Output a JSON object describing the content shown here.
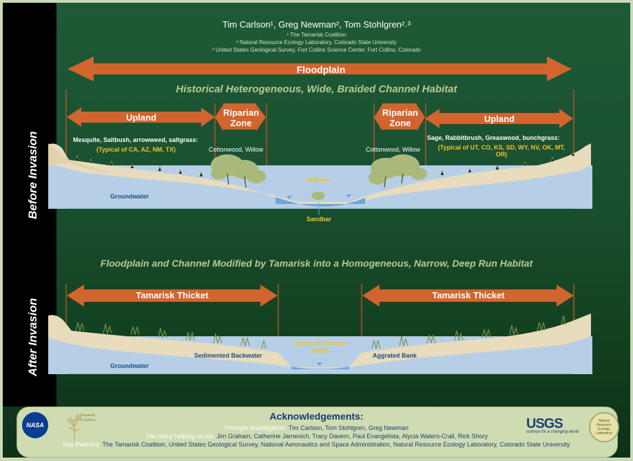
{
  "authors": {
    "names": "Tim Carlson¹, Greg Newman², Tom Stohlgren²˒³",
    "affiliation_1": "¹ The Tamarisk Coalition",
    "affiliation_2": "² Natural Resource Ecology Laboratory, Colorado State University",
    "affiliation_3": "³ United States Geological Survey, Fort Collins Science Center, Fort Collins, Colorado"
  },
  "before": {
    "side_label": "Before Invasion",
    "floodplain": "Floodplain",
    "title": "Historical Heterogeneous, Wide, Braided Channel Habitat",
    "upland_left": "Upland",
    "upland_right": "Upland",
    "riparian_left": "Riparian Zone",
    "riparian_right": "Riparian Zone",
    "left_veg": "Mesquite, Saltbush, arrowweed, saltgrass:",
    "left_typical": "(Typical of CA, AZ, NM, TX)",
    "right_veg": "Sage, Rabbitbrush, Greaswood, bunchgrass:",
    "right_typical": "(Typical of UT, CO, KS, SD, WY, NV, OK, MT, OR)",
    "cottonwood_left": "Cottonwood, Willow",
    "cottonwood_right": "Cottonwood, Willow",
    "willows": "Willows",
    "sandbar": "Sandbar",
    "groundwater": "Groundwater"
  },
  "after": {
    "side_label": "After Invasion",
    "title": "Floodplain and Channel Modified by Tamarisk into a Homogeneous, Narrow, Deep Run Habitat",
    "thicket_left": "Tamarisk Thicket",
    "thicket_right": "Tamarisk Thicket",
    "reduced_channel": "Reduced Channel Width",
    "sedimented": "Sedimented Backwater",
    "aggrated": "Aggrated Bank",
    "groundwater": "Groundwater"
  },
  "ack": {
    "title": "Acknowledgements:",
    "pi_key": "Principle Investigators:",
    "pi_val": "Tim Carlson, Tom Stohlgren, Greg Newman",
    "help_key": "The many helping us out:",
    "help_val": "Jim Graham, Catherine Jarnevich, Tracy Davern, Paul Evangelista, Alycia Waters-Crall, Rick Shory",
    "partners_key": "Key Partners:",
    "partners_val": "The Tamarisk Coalition, United States Geological Survey, National Aeronautics and Space Administration, Natural Resource Ecology Laboratory, Colorado State University",
    "nasa": "NASA",
    "tamarisk_logo": "Tamarisk Coalition",
    "usgs": "USGS",
    "usgs_tag": "science for a changing world",
    "nrel": "Natural Resource Ecology Laboratory"
  },
  "colors": {
    "arrow": "#d2642e",
    "bank": "#e8dcbc",
    "groundwater": "#b7cfe6",
    "water": "#6aa7dd",
    "line": "#c8542a"
  }
}
